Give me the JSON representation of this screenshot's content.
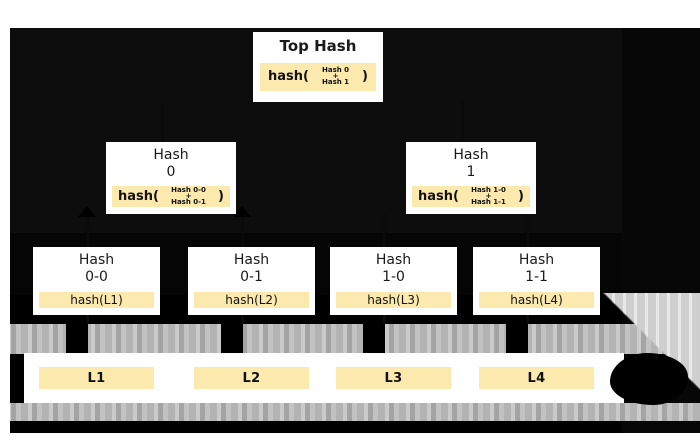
{
  "diagram": {
    "type": "merkle-hash-tree",
    "accent_color": "#FCE9AE",
    "canvas_color": "#000000",
    "node_color": "#FFFFFF",
    "text_color": "#1A1A1A"
  },
  "top_hash": {
    "title": "Top Hash",
    "hash_word": "hash(",
    "operand_1": "Hash 0",
    "operator": "+",
    "operand_2": "Hash 1",
    "close_paren": ")"
  },
  "level2": [
    {
      "title": "Hash\n0",
      "hash_word": "hash(",
      "operand_1": "Hash 0-0",
      "operator": "+",
      "operand_2": "Hash 0-1",
      "close_paren": ")"
    },
    {
      "title": "Hash\n1",
      "hash_word": "hash(",
      "operand_1": "Hash 1-0",
      "operator": "+",
      "operand_2": "Hash 1-1",
      "close_paren": ")"
    }
  ],
  "level3": [
    {
      "title": "Hash\n0-0",
      "expression": "hash(L1)"
    },
    {
      "title": "Hash\n0-1",
      "expression": "hash(L2)"
    },
    {
      "title": "Hash\n1-0",
      "expression": "hash(L3)"
    },
    {
      "title": "Hash\n1-1",
      "expression": "hash(L4)"
    }
  ],
  "leaves": [
    {
      "label": "L1"
    },
    {
      "label": "L2"
    },
    {
      "label": "L3"
    },
    {
      "label": "L4"
    }
  ]
}
